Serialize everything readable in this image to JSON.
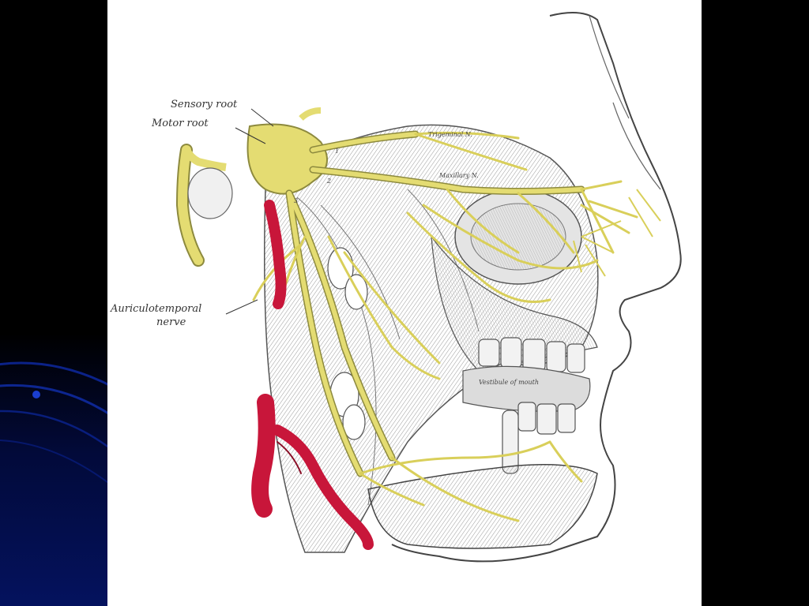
{
  "figure": {
    "labels": {
      "sensory_root": "Sensory root",
      "motor_root": "Motor root",
      "auriculotemporal_line1": "Auriculotemporal",
      "auriculotemporal_line2": "nerve",
      "trigeminal": "Trigeminal N.",
      "maxillary": "Maxillary N.",
      "vestibule": "Vestibule of mouth",
      "num_1": "1",
      "num_2": "2",
      "num_3": "3"
    }
  },
  "colors": {
    "nerve": "#e4dc72",
    "nerve_outline": "#8d8a3e",
    "artery": "#c8163a",
    "background_frame": "#000000",
    "accent_blue": "#0a1c8c"
  }
}
